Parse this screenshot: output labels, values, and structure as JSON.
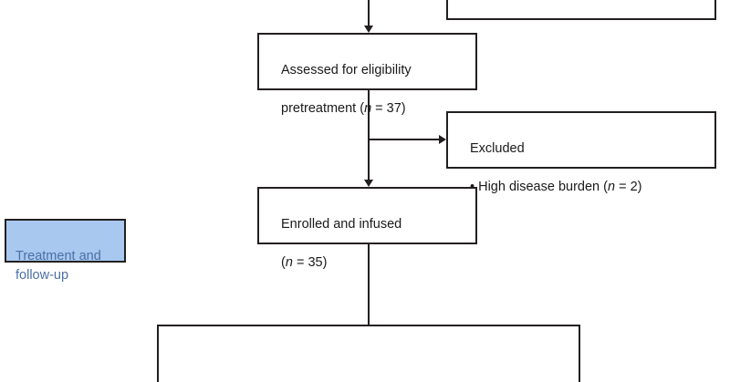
{
  "diagram": {
    "type": "consort-flow-diagram",
    "title": "Clinical trial participant flow",
    "colors": {
      "box_border": "#231f20",
      "box_fill": "#ffffff",
      "text": "#1a1a1a",
      "phase_fill": "#a8c8f0",
      "phase_text": "#4a6fa5",
      "connector": "#231f20",
      "background": "#ffffff"
    }
  },
  "phase_labels": [
    {
      "id": "treatment-and-follow-up",
      "line1": "Treatment and",
      "line2": "follow-up"
    }
  ],
  "nodes": [
    {
      "id": "clipped-top-box",
      "label": ""
    },
    {
      "id": "assessed-for-eligibility",
      "line1": "Assessed for eligibility",
      "line2_prefix": "pretreatment (",
      "line2_italic": "n",
      "line2_suffix": " = 37)",
      "n": 37
    },
    {
      "id": "excluded",
      "line1": "Excluded",
      "line2_prefix": "• High disease burden (",
      "line2_italic": "n",
      "line2_suffix": " = 2)",
      "n": 2
    },
    {
      "id": "enrolled-and-infused",
      "line1": "Enrolled and infused",
      "line2_prefix": "(",
      "line2_italic": "n",
      "line2_suffix": " = 35)",
      "n": 35
    }
  ],
  "connectors": [
    {
      "id": "arrow-into-assessed",
      "kind": "arrow-down"
    },
    {
      "id": "arrow-assessed-to-enrolled",
      "kind": "arrow-down"
    },
    {
      "id": "arrow-to-excluded",
      "kind": "arrow-right"
    },
    {
      "id": "split-bracket-below-enrolled",
      "kind": "bracket"
    }
  ]
}
